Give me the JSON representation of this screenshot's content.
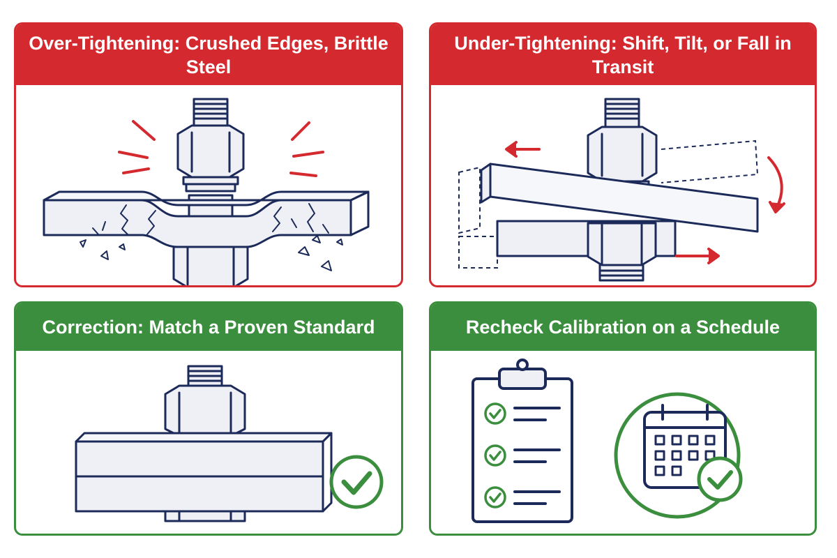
{
  "panels": {
    "over_tightening": {
      "title": "Over-Tightening: Crushed Edges, Brittle Steel",
      "theme": "#d42a2f"
    },
    "under_tightening": {
      "title": "Under-Tightening: Shift, Tilt, or Fall in Transit",
      "theme": "#d42a2f"
    },
    "correction": {
      "title": "Correction: Match a Proven Standard",
      "theme": "#3b8e3d"
    },
    "recheck": {
      "title": "Recheck Calibration on a Schedule",
      "theme": "#3b8e3d"
    }
  },
  "icons": {
    "over_tightening": [
      "bolt-icon",
      "nut-icon",
      "crushed-plate-icon",
      "crack-icon",
      "debris-icon",
      "stress-lines-icon"
    ],
    "under_tightening": [
      "bolt-icon",
      "nut-icon",
      "tilted-plate-icon",
      "arrow-left-icon",
      "arrow-right-icon",
      "rotation-arrow-icon"
    ],
    "correction": [
      "bolt-icon",
      "nut-icon",
      "plate-icon",
      "check-circle-icon"
    ],
    "recheck": [
      "clipboard-checklist-icon",
      "calendar-icon",
      "check-circle-icon"
    ]
  },
  "colors": {
    "alert_red": "#d42a2f",
    "ok_green": "#3b8e3d",
    "line_navy": "#1c2a5a",
    "fill_light": "#eef0f6"
  }
}
